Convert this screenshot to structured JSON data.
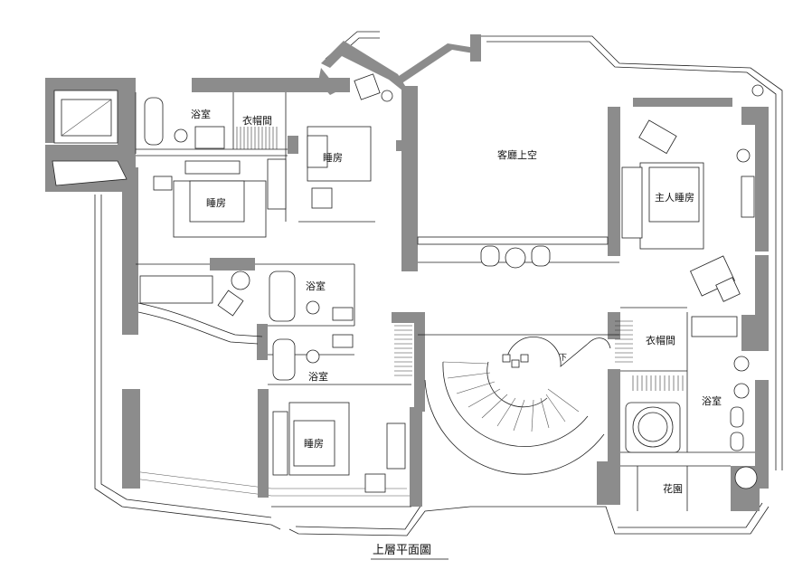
{
  "title": "上層平面圖",
  "rooms": {
    "bath_top": "浴室",
    "closet_top": "衣帽間",
    "bedroom_center": "睡房",
    "bedroom_left": "睡房",
    "living_upper": "客廳上空",
    "master_bedroom": "主人睡房",
    "bath_mid": "浴室",
    "bath_lower": "浴室",
    "closet_right": "衣帽間",
    "bath_right": "浴室",
    "bedroom_bottom": "睡房",
    "garden": "花園"
  },
  "markers": {
    "down": "下"
  }
}
